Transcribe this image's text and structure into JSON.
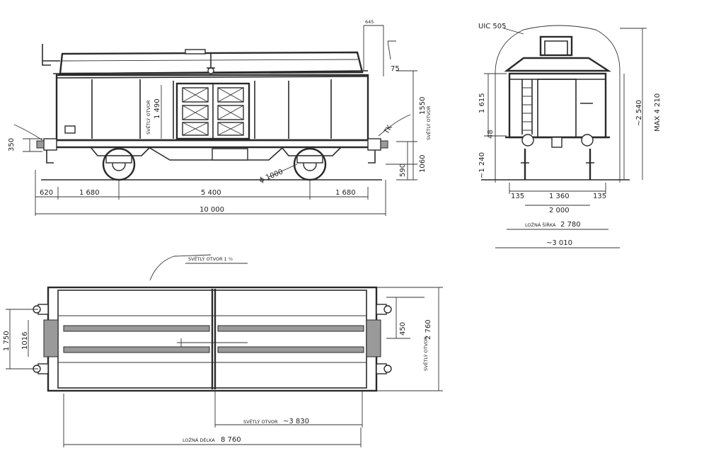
{
  "side_view": {
    "dims": {
      "overhang": "620",
      "axle_to_door": "1 680",
      "door_span": "5 400",
      "door_to_axle": "1 680",
      "total_length": "10 000",
      "door_height": "1 490",
      "wall_height": "1550",
      "floor_height": "1060",
      "axle_height": "590",
      "buffer_height": "350",
      "wheel_dia": "ϕ 1000",
      "roof_a": "645",
      "roof_b": "75"
    },
    "labels": {
      "door_clear": "SVĚTLÝ OTVOR",
      "vertical_clear": "SVĚTLÝ OTVOR",
      "tk": "TK"
    }
  },
  "end_view": {
    "dims": {
      "gauge": "UIC 505",
      "upper_height": "1 615",
      "step": "48",
      "lower_height": "~1 240",
      "mid_height": "~2 540",
      "max_height": "MAX 4 210",
      "side_a": "135",
      "inner_width": "1 360",
      "side_b": "135",
      "track_width": "2 000",
      "bed_width": "2 780",
      "total_width": "~3 010"
    },
    "labels": {
      "bed_label": "LOŽNÁ ŠÍŘKA"
    }
  },
  "plan_view": {
    "dims": {
      "buffer_spacing": "1 750",
      "buffer_inner": "1016",
      "right_step": "450",
      "width": "2 760",
      "door_span": "~3 830",
      "bed_length": "8 760"
    },
    "labels": {
      "door_top": "SVĚTLÝ OTVOR 1 ½",
      "door_bottom": "SVĚTLÝ OTVOR",
      "side_label": "SVĚTLÝ OTVOR",
      "bed_label": "LOŽNÁ DÉLKA"
    }
  }
}
